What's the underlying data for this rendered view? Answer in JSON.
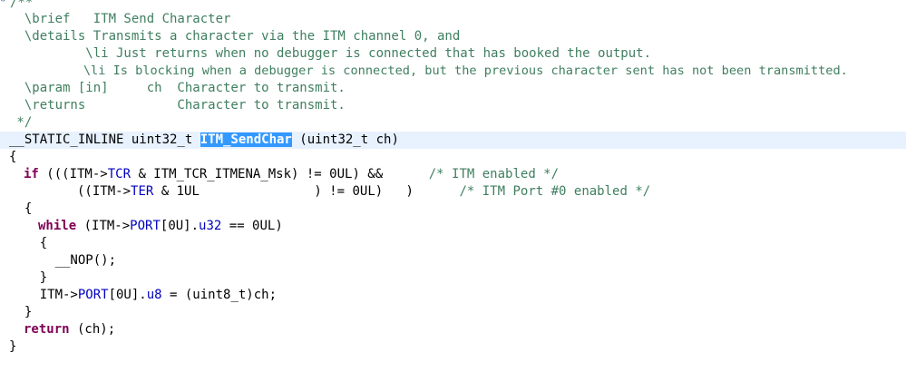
{
  "editor": {
    "fold_marker": "⊖",
    "lines": {
      "l0": "/**",
      "l1": "  \\brief   ITM Send Character",
      "l2": "  \\details Transmits a character via the ITM channel 0, and",
      "l3": "          \\li Just returns when no debugger is connected that has booked the output.",
      "l4": "          \\li Is blocking when a debugger is connected, but the previous character sent has not been transmitted.",
      "l5": "  \\param [in]     ch  Character to transmit.",
      "l6": "  \\returns            Character to transmit.",
      "l7": " */",
      "l8_pre": "__STATIC_INLINE uint32_t ",
      "l8_sel": "ITM_SendChar",
      "l8_post": " (uint32_t ch)",
      "l9": "{",
      "l10_kw": "if",
      "l10_a": " (((ITM->",
      "l10_f": "TCR",
      "l10_b": " & ITM_TCR_ITMENA_Msk) != 0UL) &&      ",
      "l10_c": "/* ITM enabled */",
      "l11_a": "       ((ITM->",
      "l11_f": "TER",
      "l11_b": " & 1UL               ) != 0UL)   )      ",
      "l11_c": "/* ITM Port #0 enabled */",
      "l12": "  {",
      "l13_kw": "while",
      "l13_a": " (ITM->",
      "l13_f1": "PORT",
      "l13_b": "[0U].",
      "l13_f2": "u32",
      "l13_c": " == 0UL)",
      "l14": "    {",
      "l15": "      __NOP();",
      "l16": "    }",
      "l17_a": "    ITM->",
      "l17_f1": "PORT",
      "l17_b": "[0U].",
      "l17_f2": "u8",
      "l17_c": " = (uint8_t)ch;",
      "l18": "  }",
      "l19_kw": "return",
      "l19_a": " (ch);",
      "l20": "}"
    }
  }
}
